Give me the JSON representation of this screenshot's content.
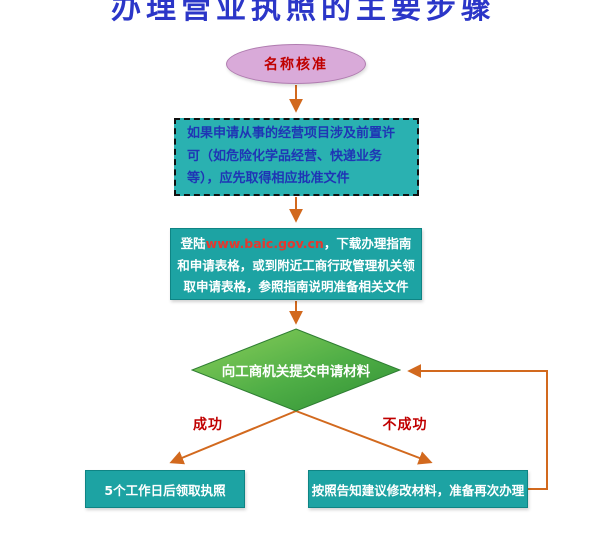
{
  "title": "办理营业执照的主要步骤",
  "flow": {
    "start": {
      "label": "名称核准"
    },
    "precondition": {
      "text": "如果申请从事的经营项目涉及前置许可（如危险化学品经营、快递业务等），应先取得相应批准文件"
    },
    "download": {
      "prefix": "登陆",
      "url": "www.baic.gov.cn",
      "suffix": "，下载办理指南和申请表格，或到附近工商行政管理机关领取申请表格，参照指南说明准备相关文件"
    },
    "decision": {
      "label": "向工商机关提交申请材料"
    },
    "branches": {
      "success": "成功",
      "failure": "不成功"
    },
    "license": {
      "label": "5个工作日后领取执照"
    },
    "retry": {
      "label": "按照告知建议修改材料，准备再次办理"
    }
  },
  "colors": {
    "title": "#2b36c8",
    "ellipse_fill": "#d9aad9",
    "ellipse_text": "#c00000",
    "teal_fill": "#1da3a3",
    "dashed_box_text": "#1f35b5",
    "diamond_fill_light": "#8ccf5a",
    "diamond_fill_dark": "#2f8f34",
    "arrow": "#d2691e",
    "branch_label": "#c00000",
    "url_text": "#e8372d"
  }
}
